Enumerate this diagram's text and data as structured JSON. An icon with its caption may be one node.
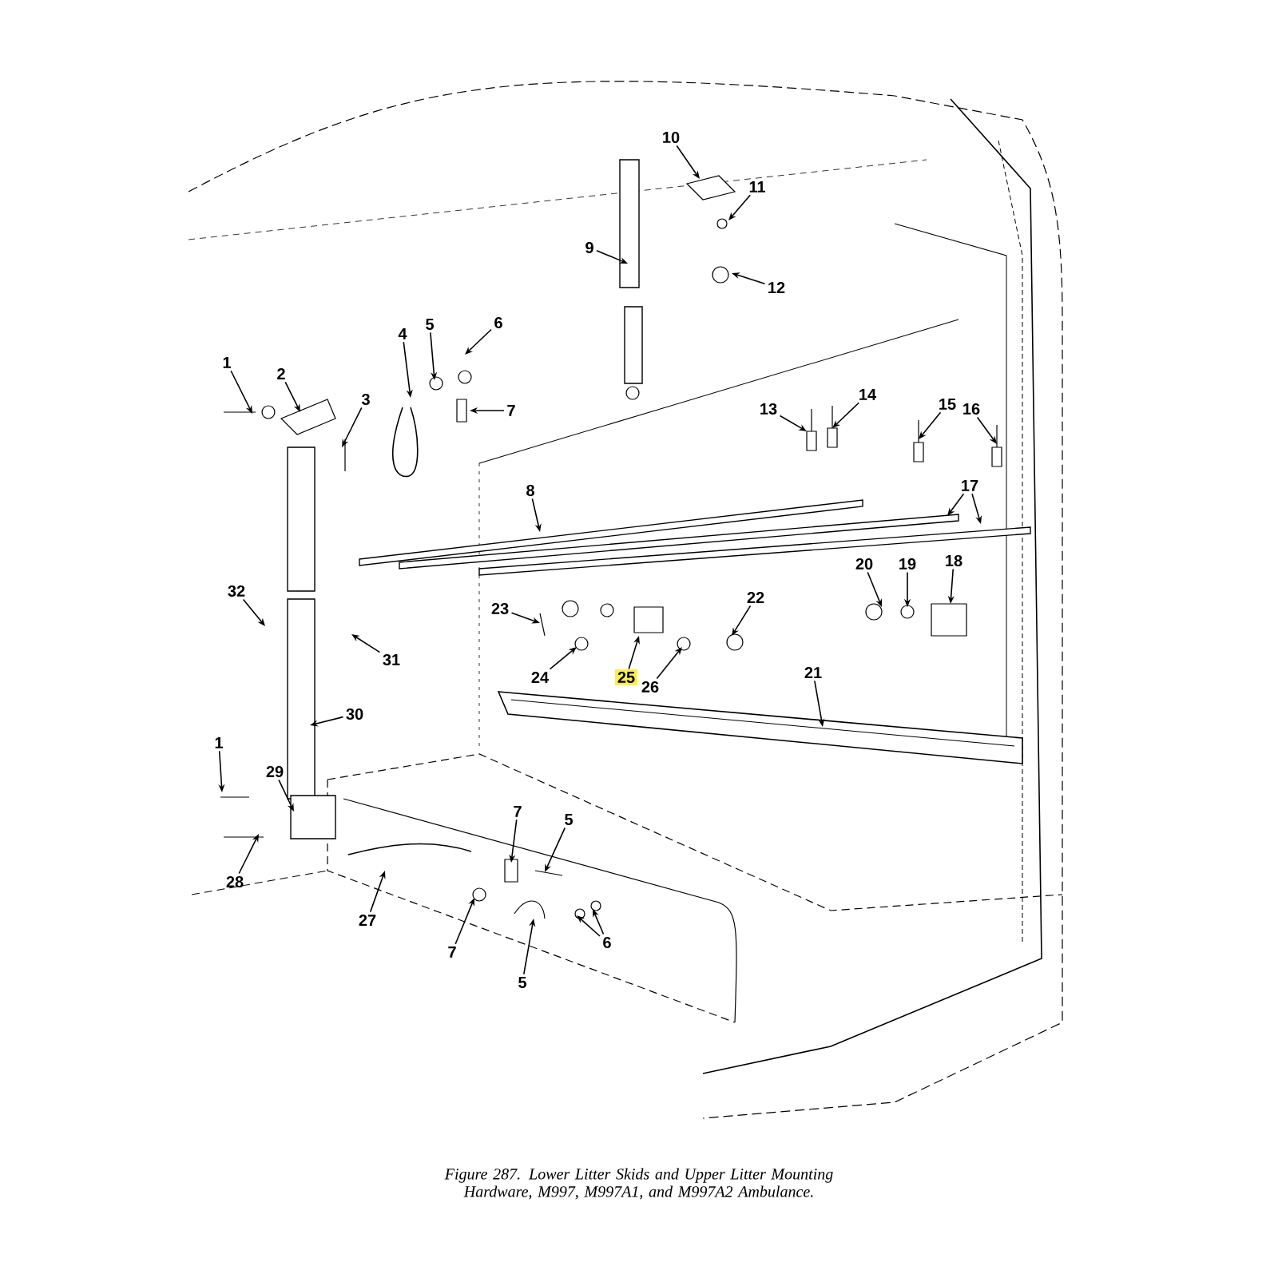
{
  "diagram": {
    "caption": "Figure 287.  Lower Litter Skids and Upper Litter Mounting Hardware, M997, M997A1, and M997A2 Ambulance.",
    "nodes": [
      {
        "text": [
          "1"
        ]
      },
      {
        "text": [
          "2"
        ]
      },
      {
        "text": [
          "3"
        ]
      },
      {
        "text": [
          "4"
        ]
      },
      {
        "text": [
          "5"
        ]
      },
      {
        "text": [
          "6"
        ]
      },
      {
        "text": [
          "7"
        ]
      },
      {
        "text": [
          "8"
        ]
      },
      {
        "text": [
          "9"
        ]
      },
      {
        "text": [
          "10"
        ]
      },
      {
        "text": [
          "11"
        ]
      },
      {
        "text": [
          "12"
        ]
      },
      {
        "text": [
          "13"
        ]
      },
      {
        "text": [
          "14"
        ]
      },
      {
        "text": [
          "15"
        ]
      },
      {
        "text": [
          "16"
        ]
      },
      {
        "text": [
          "17"
        ]
      },
      {
        "text": [
          "18"
        ]
      },
      {
        "text": [
          "19"
        ]
      },
      {
        "text": [
          "20"
        ]
      },
      {
        "text": [
          "21"
        ]
      },
      {
        "text": [
          "22"
        ]
      },
      {
        "text": [
          "23"
        ]
      },
      {
        "text": [
          "24"
        ]
      },
      {
        "text": [
          "25"
        ]
      },
      {
        "text": [
          "26"
        ]
      },
      {
        "text": [
          "27"
        ]
      },
      {
        "text": [
          "28"
        ]
      },
      {
        "text": [
          "29"
        ]
      },
      {
        "text": [
          "30"
        ]
      },
      {
        "text": [
          "31"
        ]
      },
      {
        "text": [
          "32"
        ]
      },
      {
        "text": [
          "1"
        ]
      },
      {
        "text": [
          "5"
        ]
      },
      {
        "text": [
          "6"
        ]
      },
      {
        "text": [
          "7"
        ]
      },
      {
        "text": [
          "7"
        ]
      },
      {
        "text": [
          "5"
        ]
      }
    ],
    "edges": [
      {
        "from": 0,
        "to": null,
        "arrow": "to"
      },
      {
        "from": 1,
        "to": null,
        "arrow": "to"
      },
      {
        "from": 2,
        "to": null,
        "arrow": "to"
      },
      {
        "from": 3,
        "to": null,
        "arrow": "to"
      },
      {
        "from": 4,
        "to": null,
        "arrow": "to"
      },
      {
        "from": 5,
        "to": null,
        "arrow": "to"
      },
      {
        "from": 6,
        "to": null,
        "arrow": "to"
      },
      {
        "from": 7,
        "to": null,
        "arrow": "to"
      },
      {
        "from": 8,
        "to": null,
        "arrow": "to"
      },
      {
        "from": 9,
        "to": null,
        "arrow": "to"
      },
      {
        "from": 10,
        "to": null,
        "arrow": "to"
      },
      {
        "from": 11,
        "to": null,
        "arrow": "to"
      },
      {
        "from": 12,
        "to": null,
        "arrow": "to"
      },
      {
        "from": 13,
        "to": null,
        "arrow": "to"
      },
      {
        "from": 14,
        "to": null,
        "arrow": "to"
      },
      {
        "from": 15,
        "to": null,
        "arrow": "to"
      },
      {
        "from": 16,
        "to": null,
        "arrow": "to"
      },
      {
        "from": 16,
        "to": null,
        "arrow": "to"
      },
      {
        "from": 17,
        "to": null,
        "arrow": "to"
      },
      {
        "from": 18,
        "to": null,
        "arrow": "to"
      },
      {
        "from": 19,
        "to": null,
        "arrow": "to"
      },
      {
        "from": 20,
        "to": null,
        "arrow": "to"
      },
      {
        "from": 21,
        "to": null,
        "arrow": "to"
      },
      {
        "from": 22,
        "to": null,
        "arrow": "to"
      },
      {
        "from": 23,
        "to": null,
        "arrow": "to"
      },
      {
        "from": 24,
        "to": null,
        "arrow": "to"
      },
      {
        "from": 25,
        "to": null,
        "arrow": "to"
      },
      {
        "from": 26,
        "to": null,
        "arrow": "to"
      },
      {
        "from": 27,
        "to": null,
        "arrow": "to"
      },
      {
        "from": 28,
        "to": null,
        "arrow": "to"
      },
      {
        "from": 29,
        "to": null,
        "arrow": "to"
      },
      {
        "from": 30,
        "to": null,
        "arrow": "to"
      },
      {
        "from": 31,
        "to": null,
        "arrow": "to"
      },
      {
        "from": 32,
        "to": null,
        "arrow": "to"
      },
      {
        "from": 33,
        "to": null,
        "arrow": "to"
      },
      {
        "from": 34,
        "to": null,
        "arrow": "to"
      },
      {
        "from": 34,
        "to": null,
        "arrow": "to"
      },
      {
        "from": 35,
        "to": null,
        "arrow": "to"
      },
      {
        "from": 36,
        "to": null,
        "arrow": "to"
      },
      {
        "from": 37,
        "to": null,
        "arrow": "to"
      }
    ]
  }
}
